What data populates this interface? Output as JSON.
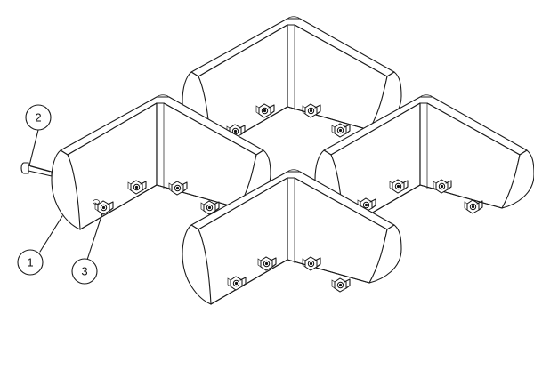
{
  "balloons": [
    {
      "id": "2"
    },
    {
      "id": "1"
    },
    {
      "id": "3"
    }
  ]
}
